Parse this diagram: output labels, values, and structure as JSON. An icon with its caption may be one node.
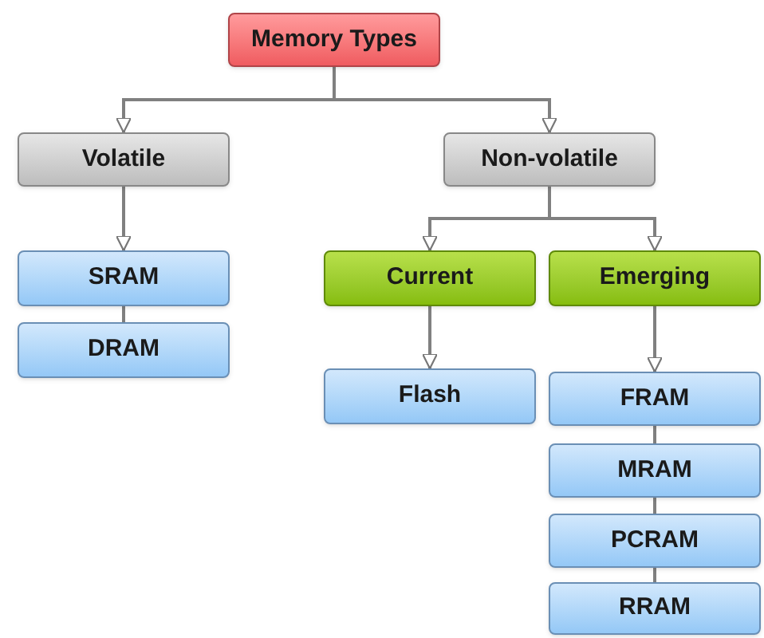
{
  "diagram": {
    "nodes": [
      {
        "text": [
          "Memory Types"
        ]
      },
      {
        "text": [
          "Volatile"
        ]
      },
      {
        "text": [
          "Non-volatile"
        ]
      },
      {
        "text": [
          "SRAM"
        ]
      },
      {
        "text": [
          "DRAM"
        ]
      },
      {
        "text": [
          "Current"
        ]
      },
      {
        "text": [
          "Emerging"
        ]
      },
      {
        "text": [
          "Flash"
        ]
      },
      {
        "text": [
          "FRAM"
        ]
      },
      {
        "text": [
          "MRAM"
        ]
      },
      {
        "text": [
          "PCRAM"
        ]
      },
      {
        "text": [
          "RRAM"
        ]
      }
    ],
    "edges": [
      {
        "from": 0,
        "to": 1,
        "arrow": "to"
      },
      {
        "from": 0,
        "to": 2,
        "arrow": "to"
      },
      {
        "from": 1,
        "to": 3,
        "arrow": "to"
      },
      {
        "from": 3,
        "to": 4,
        "arrow": "none"
      },
      {
        "from": 2,
        "to": 5,
        "arrow": "to"
      },
      {
        "from": 2,
        "to": 6,
        "arrow": "to"
      },
      {
        "from": 5,
        "to": 7,
        "arrow": "to"
      },
      {
        "from": 6,
        "to": 8,
        "arrow": "to"
      },
      {
        "from": 8,
        "to": 9,
        "arrow": "none"
      },
      {
        "from": 9,
        "to": 10,
        "arrow": "none"
      },
      {
        "from": 10,
        "to": 11,
        "arrow": "none"
      }
    ]
  }
}
